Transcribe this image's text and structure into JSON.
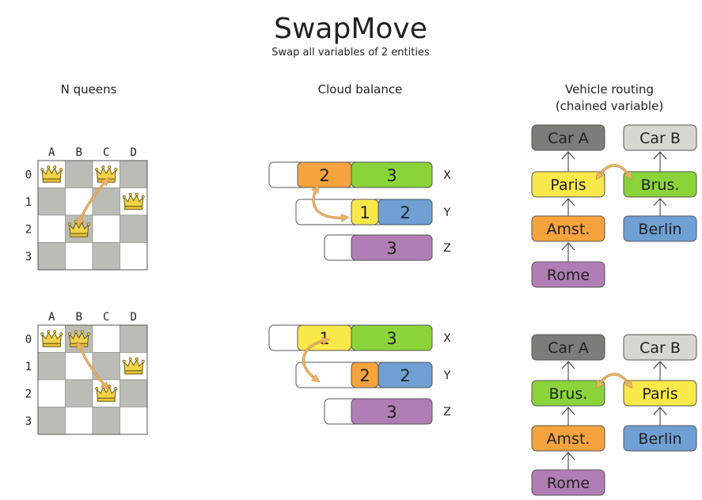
{
  "header": {
    "title": "SwapMove",
    "subtitle": "Swap all variables of 2 entities"
  },
  "colors": {
    "orange": "#f5a33d",
    "green": "#8ad43a",
    "yellow": "#f9e84a",
    "blue": "#6f9fd3",
    "purple": "#b07eb4",
    "darkgray": "#7c7c78",
    "lightgray": "#d7d7d1",
    "arrow": "#e9b46a",
    "board_dark": "#bcbcb7"
  },
  "nqueens": {
    "title": "N queens",
    "cols": [
      "A",
      "B",
      "C",
      "D"
    ],
    "rows": [
      "0",
      "1",
      "2",
      "3"
    ],
    "icon": "queen-icon",
    "boards": [
      {
        "queens": [
          [
            0,
            0
          ],
          [
            1,
            2
          ],
          [
            2,
            0
          ],
          [
            3,
            1
          ]
        ],
        "swap": [
          [
            2,
            0
          ],
          [
            1,
            2
          ]
        ]
      },
      {
        "queens": [
          [
            0,
            0
          ],
          [
            1,
            0
          ],
          [
            2,
            2
          ],
          [
            3,
            1
          ]
        ],
        "swap": [
          [
            1,
            0
          ],
          [
            2,
            2
          ]
        ]
      }
    ]
  },
  "cloud": {
    "title": "Cloud balance",
    "scenarios": [
      {
        "rows": [
          {
            "label": "X",
            "procs": [
              {
                "v": "2",
                "color": "orange"
              },
              {
                "v": "3",
                "color": "green"
              }
            ]
          },
          {
            "label": "Y",
            "procs": [
              {
                "v": "1",
                "color": "yellow"
              },
              {
                "v": "2",
                "color": "blue"
              }
            ]
          },
          {
            "label": "Z",
            "procs": [
              {
                "v": "3",
                "color": "purple"
              }
            ]
          }
        ]
      },
      {
        "rows": [
          {
            "label": "X",
            "procs": [
              {
                "v": "1",
                "color": "yellow"
              },
              {
                "v": "3",
                "color": "green"
              }
            ]
          },
          {
            "label": "Y",
            "procs": [
              {
                "v": "2",
                "color": "orange"
              },
              {
                "v": "2",
                "color": "blue"
              }
            ]
          },
          {
            "label": "Z",
            "procs": [
              {
                "v": "3",
                "color": "purple"
              }
            ]
          }
        ]
      }
    ]
  },
  "vehicle": {
    "title_line1": "Vehicle routing",
    "title_line2": "(chained variable)",
    "scenarios": [
      {
        "chainA": [
          {
            "v": "Car A",
            "color": "darkgray"
          },
          {
            "v": "Paris",
            "color": "yellow"
          },
          {
            "v": "Amst.",
            "color": "orange"
          },
          {
            "v": "Rome",
            "color": "purple"
          }
        ],
        "chainB": [
          {
            "v": "Car B",
            "color": "lightgray"
          },
          {
            "v": "Brus.",
            "color": "green"
          },
          {
            "v": "Berlin",
            "color": "blue"
          }
        ]
      },
      {
        "chainA": [
          {
            "v": "Car A",
            "color": "darkgray"
          },
          {
            "v": "Brus.",
            "color": "green"
          },
          {
            "v": "Amst.",
            "color": "orange"
          },
          {
            "v": "Rome",
            "color": "purple"
          }
        ],
        "chainB": [
          {
            "v": "Car B",
            "color": "lightgray"
          },
          {
            "v": "Paris",
            "color": "yellow"
          },
          {
            "v": "Berlin",
            "color": "blue"
          }
        ]
      }
    ]
  }
}
